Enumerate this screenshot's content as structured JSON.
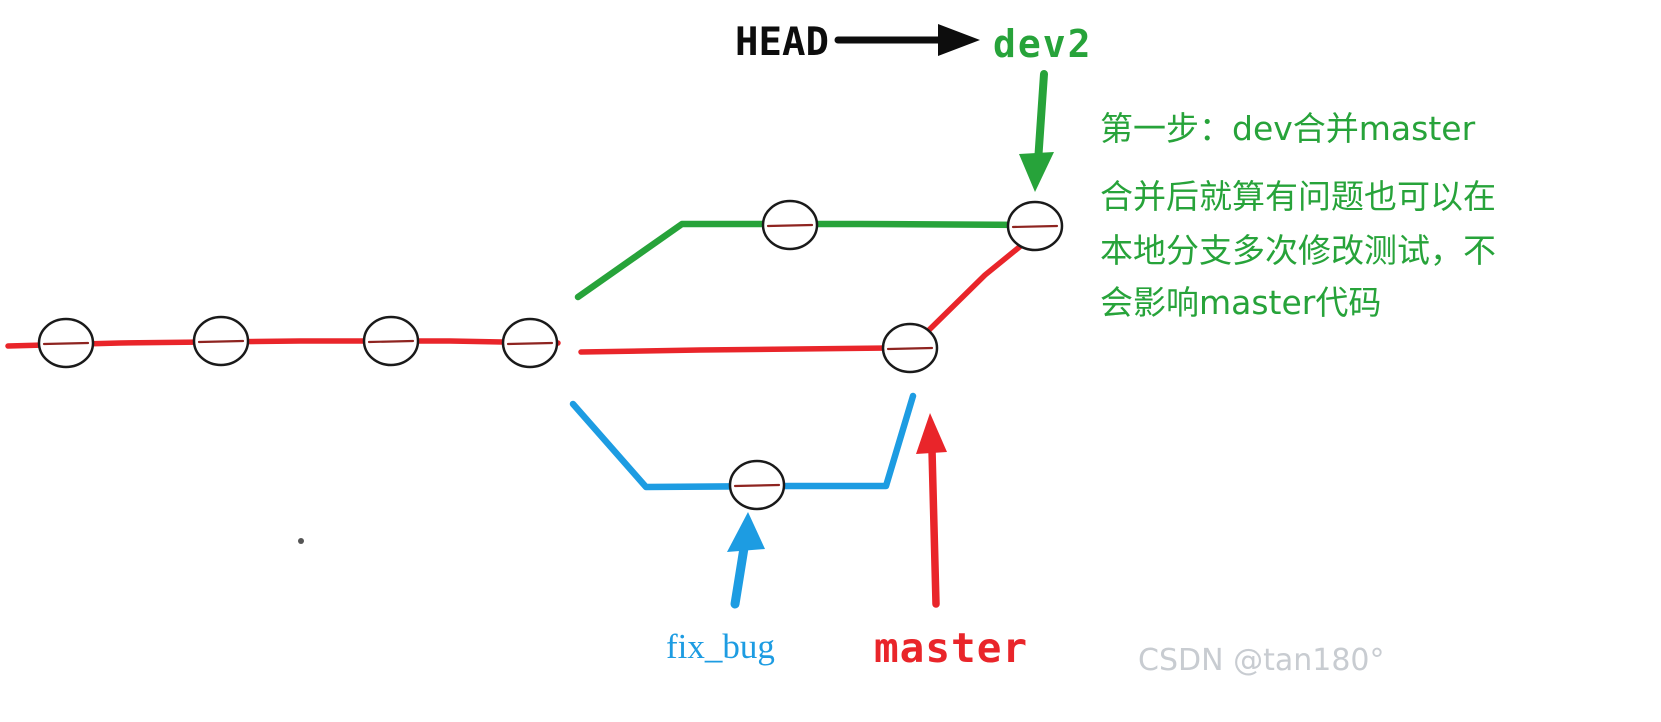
{
  "title": "git-branch-merge-diagram",
  "colors": {
    "master_red": "#e9252a",
    "dev_green": "#27a33a",
    "fixbug_blue": "#1d9ce2",
    "head_black": "#0d0d0d",
    "node_stroke": "#1a1a1a",
    "node_inner": "#8e2420",
    "watermark_gray": "#c8ccd1",
    "dot_gray": "#555555"
  },
  "labels": {
    "head": "HEAD",
    "dev2": "dev2",
    "fix_bug": "fix_bug",
    "master": "master"
  },
  "annotation": {
    "lines": [
      "第一步：dev合并master",
      "合并后就算有问题也可以在",
      "本地分支多次修改测试，不",
      "会影响master代码"
    ]
  },
  "watermark": "CSDN @tan180°",
  "graph": {
    "branches": [
      {
        "name": "master",
        "color": "#e9252a",
        "commit_count": 5
      },
      {
        "name": "dev2",
        "color": "#27a33a",
        "commit_count": 2,
        "note": "HEAD points here"
      },
      {
        "name": "fix_bug",
        "color": "#1d9ce2",
        "commit_count": 1,
        "note": "merged back into master"
      }
    ],
    "merges": [
      {
        "from": "fix_bug",
        "into": "master"
      },
      {
        "from": "master",
        "into": "dev2"
      }
    ]
  }
}
